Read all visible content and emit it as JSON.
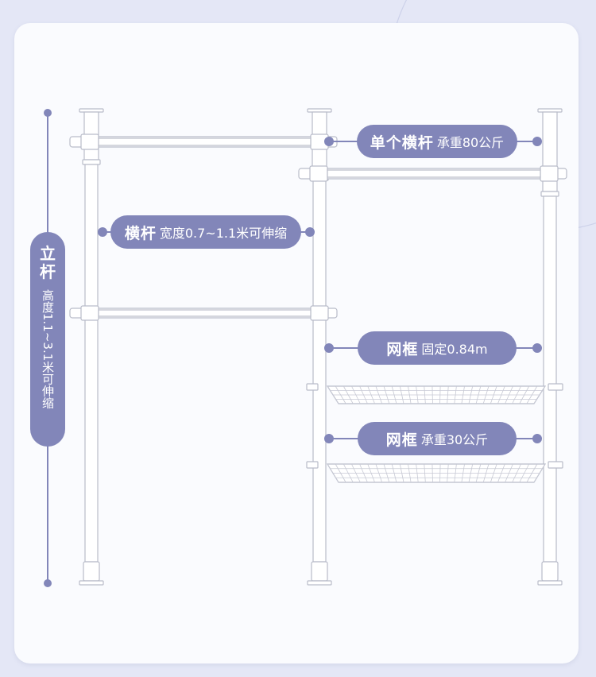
{
  "labels": {
    "single_bar": {
      "bold": "单个横杆",
      "normal": "承重80公斤"
    },
    "crossbar": {
      "bold": "横杆",
      "normal": "宽度0.7~1.1米可伸缩"
    },
    "basket_fixed": {
      "bold": "网框",
      "normal": "固定0.84m"
    },
    "basket_load": {
      "bold": "网框",
      "normal": "承重30公斤"
    },
    "pole": {
      "bold": "立杆",
      "normal": "高度1.1~3.1米可伸缩"
    }
  },
  "colors": {
    "accent": "#8286b9",
    "background": "#e4e7f6",
    "card": "#fafbfe",
    "rack_fill": "#ffffff",
    "rack_stroke": "#b9bcc9"
  }
}
